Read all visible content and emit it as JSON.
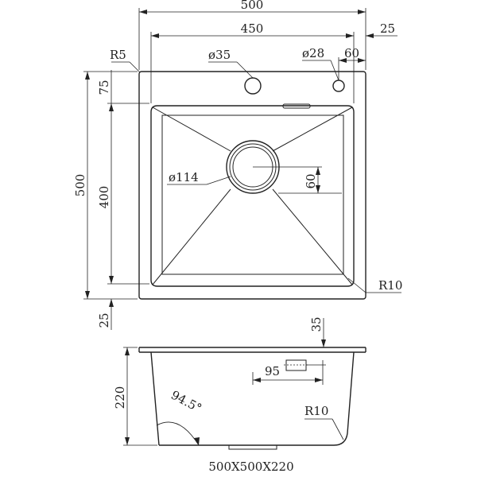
{
  "top_view": {
    "overall_width": "500",
    "inner_width": "450",
    "flange_right": "25",
    "corner_radius_outer": "R5",
    "tap_hole_diameter": "ø35",
    "small_hole_diameter": "ø28",
    "small_hole_offset": "60",
    "top_flange": "75",
    "overall_depth": "500",
    "inner_depth": "400",
    "drain_diameter": "ø114",
    "drain_offset": "60",
    "bowl_corner_radius": "R10",
    "bottom_flange": "25"
  },
  "side_view": {
    "flange_height": "35",
    "overflow_offset": "95",
    "height": "220",
    "wall_angle": "94.5°",
    "bottom_radius": "R10"
  },
  "caption": "500X500X220",
  "colors": {
    "line": "#222222",
    "background": "#ffffff"
  }
}
